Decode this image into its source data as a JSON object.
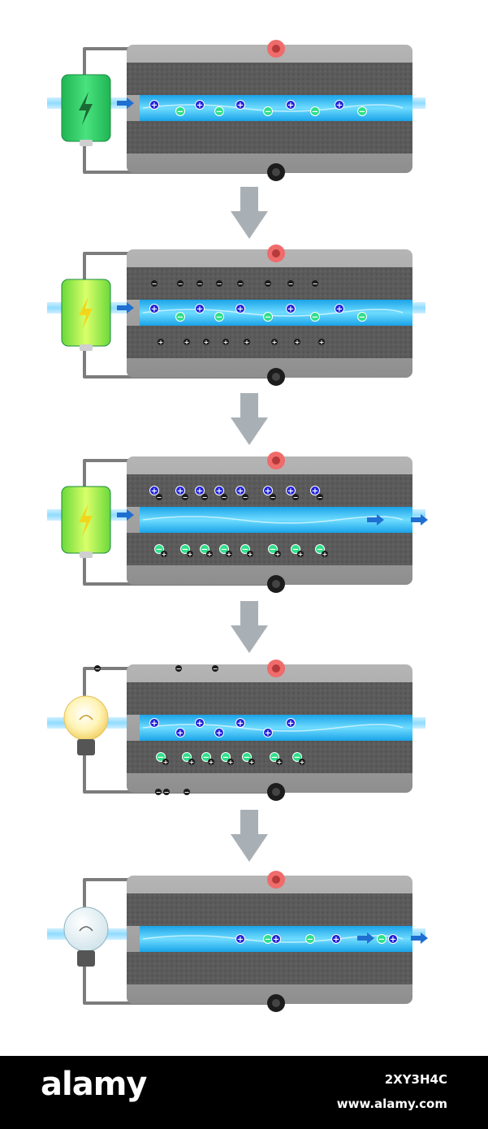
{
  "colors": {
    "battery": "#2fd36a",
    "battery_glow": "#c8ff5a",
    "water": "#3cc6f5",
    "cation": "#1f22d8",
    "anion": "#2fe08a",
    "electrode": "#5a5a5a",
    "casing": "#9a9a9a",
    "red_terminal": "#f06b6b",
    "black_terminal": "#1c1c1c",
    "arrow": "#a9b0b5",
    "bulb_on": "#fff4b8"
  },
  "stages": [
    {
      "step": 1,
      "source": "battery",
      "source_state": "charging",
      "flow": "in",
      "ions": "in water",
      "electrode_charges": false,
      "wire_electrons": false
    },
    {
      "step": 2,
      "source": "battery",
      "source_state": "charged",
      "flow": "in",
      "ions": "migrating to electrodes",
      "electrode_charges": true,
      "wire_electrons": false
    },
    {
      "step": 3,
      "source": "battery",
      "source_state": "charged",
      "flow": "out",
      "ions": "adsorbed on electrodes",
      "electrode_charges": true,
      "wire_electrons": false
    },
    {
      "step": 4,
      "source": "lightbulb",
      "source_state": "on",
      "flow": "in",
      "ions": "released into water",
      "electrode_charges": true,
      "wire_electrons": true
    },
    {
      "step": 5,
      "source": "lightbulb",
      "source_state": "off",
      "flow": "out",
      "ions": "flushed out",
      "electrode_charges": false,
      "wire_electrons": false
    }
  ],
  "footer": {
    "logo": "alamy",
    "image_id": "2XY3H4C",
    "site": "www.alamy.com"
  }
}
